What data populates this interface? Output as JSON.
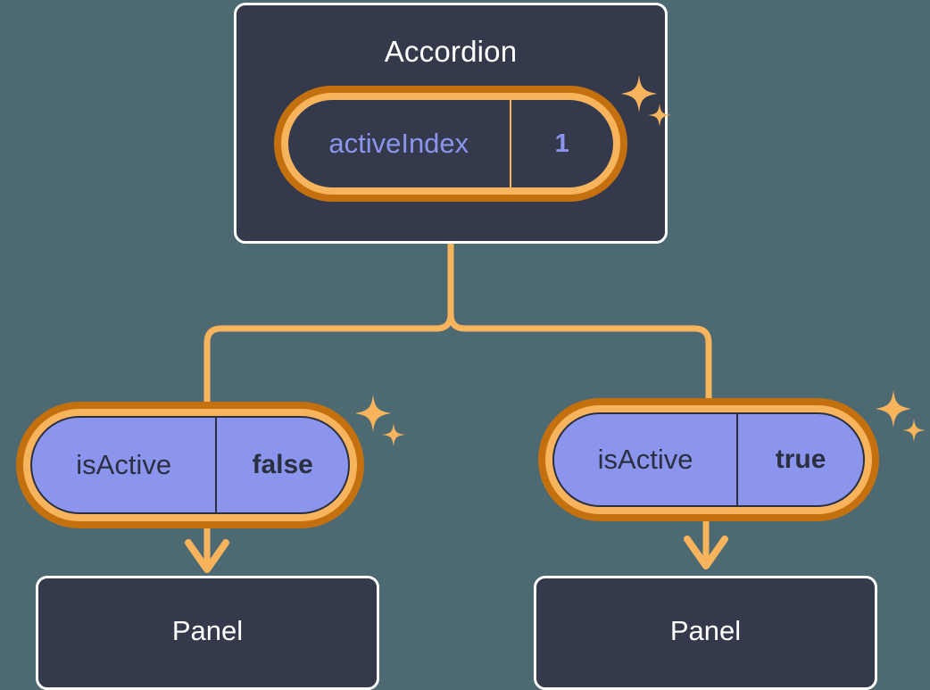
{
  "theme": {
    "background": "#4d6a73",
    "box_fill": "#343a4b",
    "box_border": "#ffffff",
    "amber_light": "#f7b45c",
    "amber_dark": "#c4700f",
    "purple": "#8b95ee",
    "dark_text": "#2b3040",
    "white_text": "#ffffff"
  },
  "diagram": {
    "type": "component-state-tree",
    "root": {
      "name": "accordion-component",
      "title": "Accordion",
      "state": {
        "key": "activeIndex",
        "value": "1"
      }
    },
    "children": [
      {
        "name": "panel-branch-left",
        "prop": {
          "key": "isActive",
          "value": "false"
        },
        "component": {
          "title": "Panel"
        }
      },
      {
        "name": "panel-branch-right",
        "prop": {
          "key": "isActive",
          "value": "true"
        },
        "component": {
          "title": "Panel"
        }
      }
    ]
  },
  "icons": {
    "sparkle_large": "sparkle-four-point-large-icon",
    "sparkle_small": "sparkle-four-point-small-icon",
    "arrow_down": "arrow-down-icon",
    "branch_connector": "branch-connector-icon"
  }
}
